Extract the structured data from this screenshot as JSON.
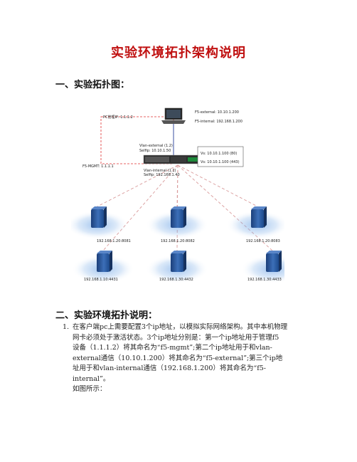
{
  "doc": {
    "title": "实验环境拓扑架构说明",
    "section1": "一、实验拓扑图：",
    "section2": "二、实验环境拓扑说明：",
    "item_number": "1.",
    "para_lines": [
      "在客户端pc上需要配置3个ip地址，以模拟实际网络架构。其中本机物理",
      "网卡必须处于激活状态。3个ip地址分别是：第一个ip地址用于管理f5",
      "设备（1.1.1.2）将其命名为“f5-mgmt”;第二个ip地址用于和vlan-",
      "external通信（10.10.1.200）将其命名为“f5-external”;第三个ip地",
      "址用于和vlan-internal通信（192.168.1.200）将其命名为“f5-",
      "internal”。"
    ],
    "figure_caption": "如图所示："
  },
  "topology": {
    "pc_mgmt": "PC管理IP: 1.1.1.2",
    "f5_external": "F5-external: 10.10.1.200",
    "f5_internal": "F5-internal: 192.168.1.200",
    "vlan_external": "Vlan-external (1.2)",
    "selfip_external": "Selfip: 10.10.1.50",
    "vs1": "Vs: 10.10.1.100 (80)",
    "vs2": "Vs: 10.10.1.100 (443)",
    "f5_mgmt": "F5-MGMT: 1.1.1.1",
    "vlan_internal": "Vlan-internal (1.1)",
    "selfip_internal": "Selfip: 192.168.1.40",
    "servers": [
      {
        "label": "192.168.1.20:8081"
      },
      {
        "label": "192.168.1.20:8082"
      },
      {
        "label": "192.168.1.20:8083"
      },
      {
        "label": "192.168.1.10:4431"
      },
      {
        "label": "192.168.1.30:4432"
      },
      {
        "label": "192.168.1.30:4433"
      }
    ],
    "colors": {
      "mgmt_line": "#e03030",
      "vlan_line": "#3a4fa0",
      "server_link": "#d99a9a",
      "glow": "#7fb0e8"
    }
  }
}
